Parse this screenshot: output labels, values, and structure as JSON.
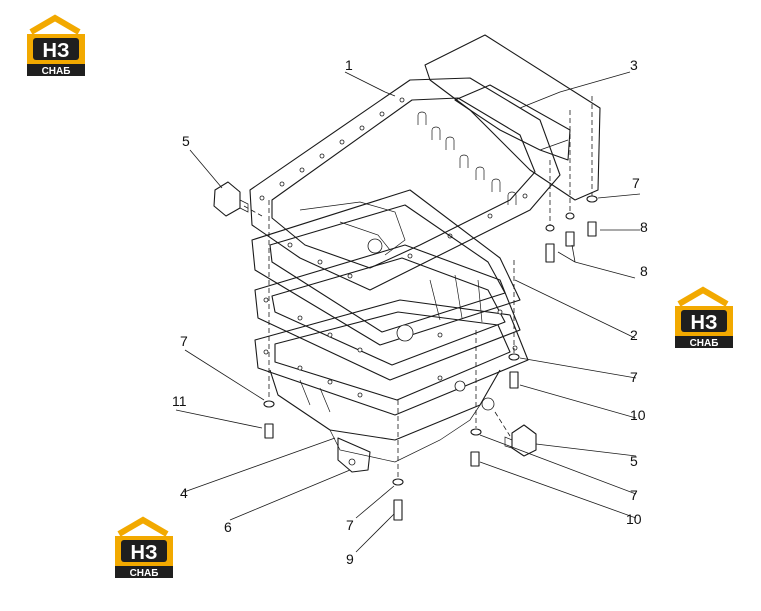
{
  "logo": {
    "mark": "НЗ",
    "word": "СНАБ",
    "accent": "#f2a900",
    "dark": "#1f1f1f"
  },
  "callouts": {
    "c1": "1",
    "c2": "2",
    "c3": "3",
    "c4": "4",
    "c5a": "5",
    "c5b": "5",
    "c6": "6",
    "c7a": "7",
    "c7b": "7",
    "c7c": "7",
    "c7d": "7",
    "c7e": "7",
    "c8a": "8",
    "c8b": "8",
    "c9": "9",
    "c10a": "10",
    "c10b": "10",
    "c11": "11"
  }
}
